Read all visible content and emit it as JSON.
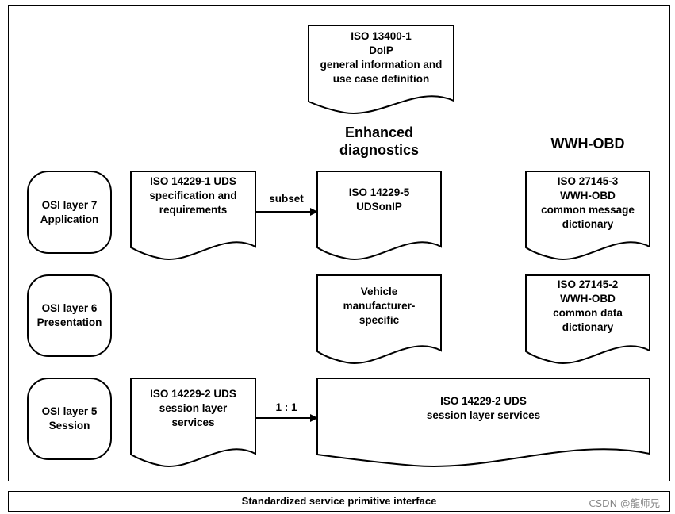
{
  "headings": {
    "enhanced": "Enhanced\ndiagnostics",
    "wwh": "WWH-OBD"
  },
  "layers": {
    "l7": "OSI layer 7\nApplication",
    "l6": "OSI layer 6\nPresentation",
    "l5": "OSI layer 5\nSession"
  },
  "docs": {
    "iso13400": "ISO 13400-1\nDoIP\ngeneral information and\nuse case definition",
    "iso14229_1": "ISO 14229-1 UDS\nspecification and\nrequirements",
    "iso14229_5": "ISO 14229-5\nUDSonIP",
    "iso27145_3": "ISO 27145-3\nWWH-OBD\ncommon message\ndictionary",
    "vehicle": "Vehicle\nmanufacturer-\nspecific",
    "iso27145_2": "ISO 27145-2\nWWH-OBD\ncommon data\ndictionary",
    "iso14229_2_left": "ISO 14229-2 UDS\nsession layer\nservices",
    "iso14229_2_right": "ISO 14229-2 UDS\nsession layer services"
  },
  "arrows": {
    "subset": "subset",
    "one_to_one": "1 : 1"
  },
  "bottom": {
    "label": "Standardized service primitive interface",
    "watermark": "CSDN @龍师兄"
  }
}
